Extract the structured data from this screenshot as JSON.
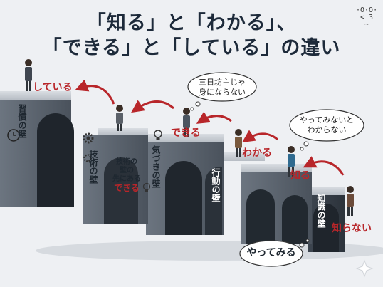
{
  "title_line1": "「知る」と「わかる」、",
  "title_line2": "「できる」と「している」の違い",
  "stages": {
    "shiranai": "知らない",
    "shiru": "知る",
    "wakaru": "わかる",
    "dekiru": "できる",
    "shiteiru": "している"
  },
  "walls": {
    "chishiki": "知識の壁",
    "koudou": "行動の壁",
    "kizuki": "気づきの壁",
    "gijutsu": "技術の壁",
    "shuukan": "習慣の壁"
  },
  "overlay": {
    "line1": "技術の",
    "line2": "壁の",
    "line3": "先にある",
    "red": "できる"
  },
  "bubbles": {
    "yattemiru_line1": "やってみないと",
    "yattemiru_line2": "わからない",
    "mikka_line1": "三日坊主じゃ",
    "mikka_line2": "身にならない",
    "bottom": "やってみる"
  },
  "colors": {
    "accent_red": "#b8262a",
    "stone_dark": "#3b434d",
    "stone_mid": "#5f6873",
    "stone_light": "#c9ced4",
    "title": "#1d2a3a"
  },
  "icons": {
    "clock": "clock-icon",
    "gear": "gear-icon",
    "bulb": "lightbulb-icon"
  }
}
